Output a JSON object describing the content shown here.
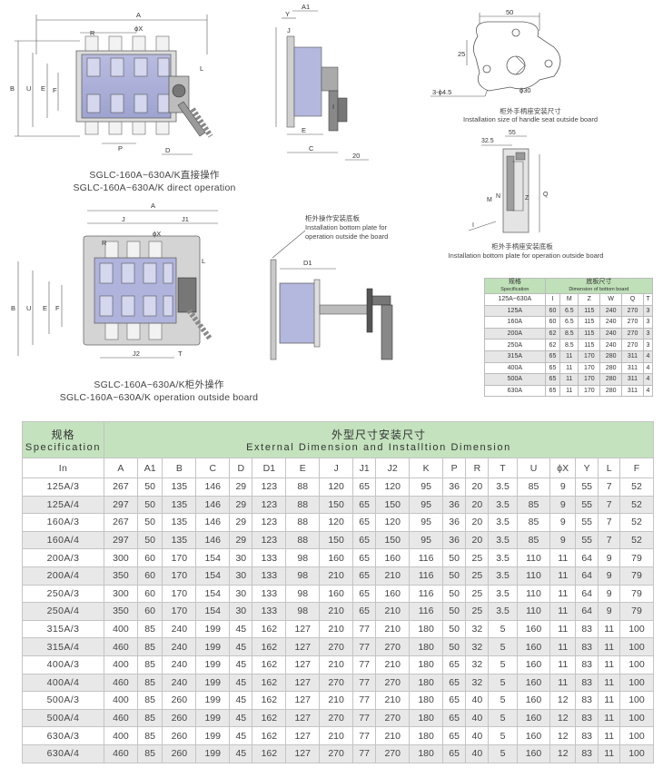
{
  "drawings": {
    "direct_front_labels": {
      "a": "A",
      "r": "R",
      "phix": "ϕX",
      "b": "B",
      "u": "U",
      "e": "E",
      "f": "F",
      "l": "L",
      "p": "P",
      "d": "D"
    },
    "direct_side_labels": {
      "a1": "A1",
      "y": "Y",
      "j": "J",
      "i": "I",
      "e": "E",
      "c": "C",
      "dim20": "20"
    },
    "handle_seat_labels": {
      "w50": "50",
      "h25": "25",
      "holes": "3-ϕ4.5",
      "d30": "ϕ30"
    },
    "bracket_labels": {
      "w55": "55",
      "w325": "32.5",
      "m": "M",
      "z": "Z",
      "q": "Q",
      "i": "I",
      "n": "N"
    },
    "outside_front_labels": {
      "a": "A",
      "j": "J",
      "j1": "J1",
      "phix": "ϕX",
      "r": "R",
      "b": "B",
      "u": "U",
      "e": "E",
      "f": "F",
      "l": "L",
      "j2": "J2",
      "t": "T"
    },
    "outside_side_labels": {
      "d1": "D1"
    }
  },
  "captions": {
    "direct_cn": "SGLC-160A~630A/K直接操作",
    "direct_en": "SGLC-160A~630A/K direct operation",
    "outside_cn": "SGLC-160A~630A/K柜外操作",
    "outside_en": "SGLC-160A~630A/K operation outside board",
    "seat_cn": "柜外手柄座安装尺寸",
    "seat_en": "Installation size of handle seat outside board",
    "bracket_cn": "柜外手柄座安装底板",
    "bracket_en": "Installation bottom plate for operation outside board",
    "bottom_plate_cn": "柜外操作安装底板",
    "bottom_plate_en1": "Installation bottom  plate for",
    "bottom_plate_en2": "operation outside the board"
  },
  "small_table": {
    "spec_cn": "规格",
    "spec_en": "Specification",
    "dim_cn": "底板尺寸",
    "dim_en": "Dimension of bottom board",
    "range": "125A~630A",
    "cols": [
      "I",
      "M",
      "Z",
      "W",
      "Q",
      "T"
    ],
    "rows": [
      [
        "125A",
        "60",
        "6.5",
        "115",
        "240",
        "270",
        "3"
      ],
      [
        "160A",
        "60",
        "6.5",
        "115",
        "240",
        "270",
        "3"
      ],
      [
        "200A",
        "62",
        "8.5",
        "115",
        "240",
        "270",
        "3"
      ],
      [
        "250A",
        "62",
        "8.5",
        "115",
        "240",
        "270",
        "3"
      ],
      [
        "315A",
        "65",
        "11",
        "170",
        "280",
        "311",
        "4"
      ],
      [
        "400A",
        "65",
        "11",
        "170",
        "280",
        "311",
        "4"
      ],
      [
        "500A",
        "65",
        "11",
        "170",
        "280",
        "311",
        "4"
      ],
      [
        "630A",
        "65",
        "11",
        "170",
        "280",
        "311",
        "4"
      ]
    ]
  },
  "main_table": {
    "spec_cn": "规格",
    "spec_en": "Specification",
    "title_cn": "外型尺寸安装尺寸",
    "title_en": "External Dimension and Installtion Dimension",
    "first_col": "In",
    "cols": [
      "A",
      "A1",
      "B",
      "C",
      "D",
      "D1",
      "E",
      "J",
      "J1",
      "J2",
      "K",
      "P",
      "R",
      "T",
      "U",
      "ϕX",
      "Y",
      "L",
      "F"
    ],
    "rows": [
      [
        "125A/3",
        "267",
        "50",
        "135",
        "146",
        "29",
        "123",
        "88",
        "120",
        "65",
        "120",
        "95",
        "36",
        "20",
        "3.5",
        "85",
        "9",
        "55",
        "7",
        "52"
      ],
      [
        "125A/4",
        "297",
        "50",
        "135",
        "146",
        "29",
        "123",
        "88",
        "150",
        "65",
        "150",
        "95",
        "36",
        "20",
        "3.5",
        "85",
        "9",
        "55",
        "7",
        "52"
      ],
      [
        "160A/3",
        "267",
        "50",
        "135",
        "146",
        "29",
        "123",
        "88",
        "120",
        "65",
        "120",
        "95",
        "36",
        "20",
        "3.5",
        "85",
        "9",
        "55",
        "7",
        "52"
      ],
      [
        "160A/4",
        "297",
        "50",
        "135",
        "146",
        "29",
        "123",
        "88",
        "150",
        "65",
        "150",
        "95",
        "36",
        "20",
        "3.5",
        "85",
        "9",
        "55",
        "7",
        "52"
      ],
      [
        "200A/3",
        "300",
        "60",
        "170",
        "154",
        "30",
        "133",
        "98",
        "160",
        "65",
        "160",
        "116",
        "50",
        "25",
        "3.5",
        "110",
        "11",
        "64",
        "9",
        "79"
      ],
      [
        "200A/4",
        "350",
        "60",
        "170",
        "154",
        "30",
        "133",
        "98",
        "210",
        "65",
        "210",
        "116",
        "50",
        "25",
        "3.5",
        "110",
        "11",
        "64",
        "9",
        "79"
      ],
      [
        "250A/3",
        "300",
        "60",
        "170",
        "154",
        "30",
        "133",
        "98",
        "160",
        "65",
        "160",
        "116",
        "50",
        "25",
        "3.5",
        "110",
        "11",
        "64",
        "9",
        "79"
      ],
      [
        "250A/4",
        "350",
        "60",
        "170",
        "154",
        "30",
        "133",
        "98",
        "210",
        "65",
        "210",
        "116",
        "50",
        "25",
        "3.5",
        "110",
        "11",
        "64",
        "9",
        "79"
      ],
      [
        "315A/3",
        "400",
        "85",
        "240",
        "199",
        "45",
        "162",
        "127",
        "210",
        "77",
        "210",
        "180",
        "50",
        "32",
        "5",
        "160",
        "11",
        "83",
        "11",
        "100"
      ],
      [
        "315A/4",
        "460",
        "85",
        "240",
        "199",
        "45",
        "162",
        "127",
        "270",
        "77",
        "270",
        "180",
        "50",
        "32",
        "5",
        "160",
        "11",
        "83",
        "11",
        "100"
      ],
      [
        "400A/3",
        "400",
        "85",
        "240",
        "199",
        "45",
        "162",
        "127",
        "210",
        "77",
        "210",
        "180",
        "65",
        "32",
        "5",
        "160",
        "11",
        "83",
        "11",
        "100"
      ],
      [
        "400A/4",
        "460",
        "85",
        "240",
        "199",
        "45",
        "162",
        "127",
        "270",
        "77",
        "270",
        "180",
        "65",
        "32",
        "5",
        "160",
        "11",
        "83",
        "11",
        "100"
      ],
      [
        "500A/3",
        "400",
        "85",
        "260",
        "199",
        "45",
        "162",
        "127",
        "210",
        "77",
        "210",
        "180",
        "65",
        "40",
        "5",
        "160",
        "12",
        "83",
        "11",
        "100"
      ],
      [
        "500A/4",
        "460",
        "85",
        "260",
        "199",
        "45",
        "162",
        "127",
        "270",
        "77",
        "270",
        "180",
        "65",
        "40",
        "5",
        "160",
        "12",
        "83",
        "11",
        "100"
      ],
      [
        "630A/3",
        "400",
        "85",
        "260",
        "199",
        "45",
        "162",
        "127",
        "210",
        "77",
        "210",
        "180",
        "65",
        "40",
        "5",
        "160",
        "12",
        "83",
        "11",
        "100"
      ],
      [
        "630A/4",
        "460",
        "85",
        "260",
        "199",
        "45",
        "162",
        "127",
        "270",
        "77",
        "270",
        "180",
        "65",
        "40",
        "5",
        "160",
        "12",
        "83",
        "11",
        "100"
      ]
    ]
  }
}
